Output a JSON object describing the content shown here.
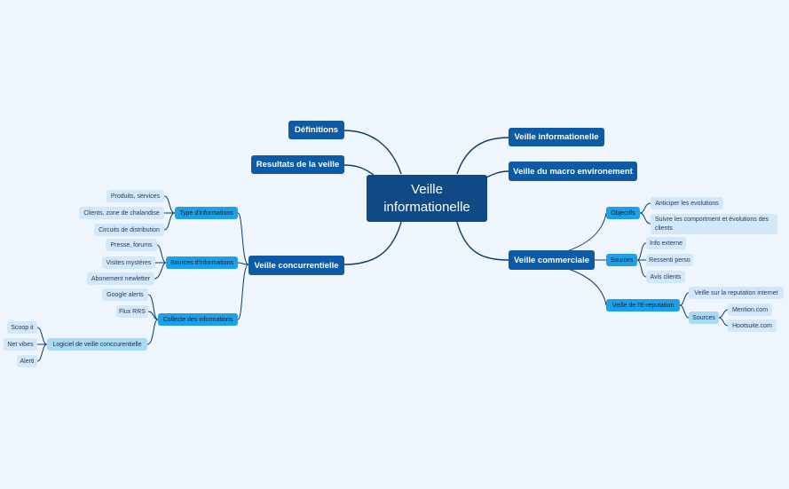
{
  "central": "Veille informationelle",
  "left": {
    "definitions": "Définitions",
    "resultats": "Resultats de la veille",
    "concurrentielle": "Veille concurrentielle",
    "type_info": "Type d'informations",
    "type_info_items": [
      "Produits, services",
      "Clients, zone de chalandise",
      "Circuits de distribution"
    ],
    "sources_info": "Sources d'informations",
    "sources_info_items": [
      "Presse, forums",
      "Visites mystères",
      "Abonement newletter"
    ],
    "collecte": "Collecte des informations",
    "collecte_items": [
      "Google alerts",
      "Flux RRS"
    ],
    "logiciel": "Logiciel de veille conccurentielle",
    "logiciel_items": [
      "Scoop it",
      "Net vibes",
      "Alerti"
    ]
  },
  "right": {
    "informationelle": "Veille informationelle",
    "macro": "Veille du macro environement",
    "commerciale": "Veille commerciale",
    "objectifs": "Objectifs",
    "objectifs_items": [
      "Anticiper les evolutions",
      "Suivre les comportment et évolutions des clients"
    ],
    "sources": "Sources",
    "sources_items": [
      "Info externe",
      "Ressenti perso",
      "Avis clients"
    ],
    "ereputation": "Veille de l'E-reputation",
    "ereputation_item": "Veille sur la reputation internet",
    "ereputation_sources": "Sources",
    "ereputation_sources_items": [
      "Mention.com",
      "Hootsuite.com"
    ]
  },
  "colors": {
    "background": "#eff5fd",
    "central": "#0f4a86",
    "main": "#0e5aa4",
    "sub": "#1ea0e6",
    "sub_light": "#a8daf6",
    "leaf": "#d2e8fa",
    "line": "#0d3b66"
  }
}
